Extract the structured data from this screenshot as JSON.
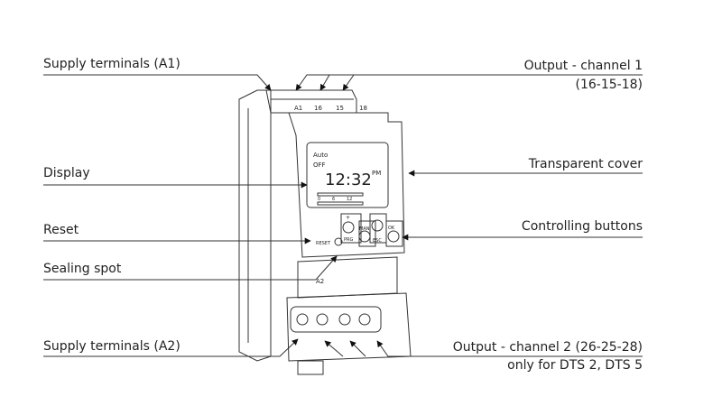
{
  "labels": {
    "supply_a1": "Supply terminals (A1)",
    "output_ch1": "Output - channel 1",
    "output_ch1_terminals": "(16-15-18)",
    "display": "Display",
    "transparent_cover": "Transparent cover",
    "reset": "Reset",
    "controlling_buttons": "Controlling buttons",
    "sealing_spot": "Sealing spot",
    "supply_a2": "Supply terminals (A2)",
    "output_ch2": "Output - channel 2 (26-25-28)",
    "output_ch2_note": "only for DTS 2, DTS 5"
  },
  "device": {
    "terminals_top": [
      "A1",
      "16",
      "15",
      "18"
    ],
    "mode": "Auto",
    "state": "OFF",
    "time": "12:32",
    "ampm": "PM",
    "scale": [
      "0",
      "6",
      "12"
    ],
    "reset_label": "RESET",
    "buttons": {
      "plus": "+",
      "prg": "PRG",
      "man": "MAN",
      "esc": "ESC",
      "ok": "OK"
    },
    "terminal_bottom": "A2"
  }
}
